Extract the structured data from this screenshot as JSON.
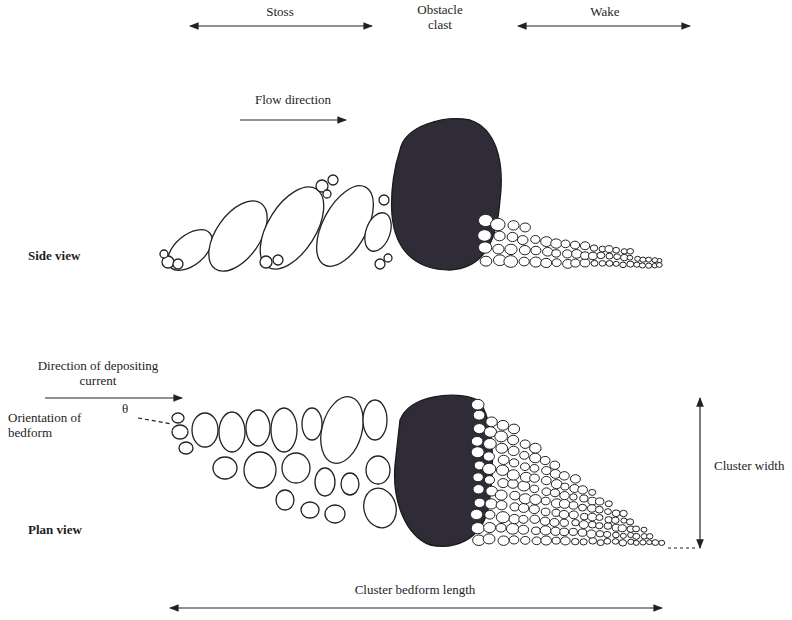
{
  "diagram": {
    "labels": [
      "Stoss",
      "Obstacle clast",
      "Wake",
      "Flow direction",
      "Side view",
      "Direction of depositing current",
      "θ",
      "Orientation of bedform",
      "Plan view",
      "Cluster width",
      "Cluster bedform length"
    ]
  }
}
